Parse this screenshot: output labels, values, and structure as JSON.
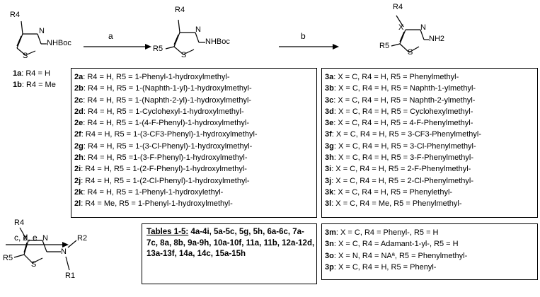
{
  "arrows": {
    "a": "a",
    "b": "b",
    "cde": "c, d, e"
  },
  "structure_labels": {
    "s1_r4": "R4",
    "s1_sub": "NHBoc",
    "s2_r4": "R4",
    "s2_r5": "R5",
    "s2_sub": "NHBoc",
    "s3_r4": "R4",
    "s3_r5": "R5",
    "s3_sub": "NH2",
    "s4_r4": "R4",
    "s4_r5": "R5",
    "s4_r2": "R2",
    "s4_r1": "R1",
    "atom_n": "N",
    "atom_s": "S",
    "atom_x": "X"
  },
  "starting": [
    {
      "id": "1a",
      "text": ": R4 = H"
    },
    {
      "id": "1b",
      "text": ": R4 = Me"
    }
  ],
  "series2": [
    {
      "id": "2a",
      "text": ": R4 = H, R5 = 1-Phenyl-1-hydroxylmethyl-"
    },
    {
      "id": "2b",
      "text": ": R4 = H, R5 = 1-(Naphth-1-yl)-1-hydroxylmethyl-"
    },
    {
      "id": "2c",
      "text": ": R4 = H, R5 = 1-(Naphth-2-yl)-1-hydroxylmethyl-"
    },
    {
      "id": "2d",
      "text": ": R4 = H, R5 = 1-Cyclohexyl-1-hydroxylmethyl-"
    },
    {
      "id": "2e",
      "text": ": R4 = H, R5 = 1-(4-F-Phenyl)-1-hydroxylmethyl-"
    },
    {
      "id": "2f",
      "text": ": R4 = H, R5 = 1-(3-CF3-Phenyl)-1-hydroxylmethyl-"
    },
    {
      "id": "2g",
      "text": ": R4 = H, R5 = 1-(3-Cl-Phenyl)-1-hydroxylmethyl-"
    },
    {
      "id": "2h",
      "text": ": R4 = H, R5 =1-(3-F-Phenyl)-1-hydroxylmethyl-"
    },
    {
      "id": "2i",
      "text": ": R4 = H, R5 = 1-(2-F-Phenyl)-1-hydroxylmethyl-"
    },
    {
      "id": "2j",
      "text": ": R4 = H, R5 = 1-(2-Cl-Phenyl)-1-hydroxylmethyl-"
    },
    {
      "id": "2k",
      "text": ": R4 = H, R5 = 1-Phenyl-1-hydroxylethyl-"
    },
    {
      "id": "2l",
      "text": ": R4 = Me, R5 = 1-Phenyl-1-hydroxylmethyl-"
    }
  ],
  "series3": [
    {
      "id": "3a",
      "text": ": X = C, R4 = H, R5 = Phenylmethyl-"
    },
    {
      "id": "3b",
      "text": ": X = C, R4 = H, R5 = Naphth-1-ylmethyl-"
    },
    {
      "id": "3c",
      "text": ": X = C, R4 = H, R5 = Naphth-2-ylmethyl-"
    },
    {
      "id": "3d",
      "text": ": X = C, R4 = H, R5 = Cyclohexylmethyl-"
    },
    {
      "id": "3e",
      "text": ": X = C, R4 = H, R5 = 4-F-Phenylmethyl-"
    },
    {
      "id": "3f",
      "text": ": X = C, R4 = H, R5 = 3-CF3-Phenylmethyl-"
    },
    {
      "id": "3g",
      "text": ": X = C, R4 = H, R5 = 3-Cl-Phenylmethyl-"
    },
    {
      "id": "3h",
      "text": ": X = C, R4 = H, R5 = 3-F-Phenylmethyl-"
    },
    {
      "id": "3i",
      "text": ": X = C, R4 = H, R5 = 2-F-Phenylmethyl-"
    },
    {
      "id": "3j",
      "text": ": X = C, R4 = H, R5 = 2-Cl-Phenylmethyl-"
    },
    {
      "id": "3k",
      "text": ": X = C, R4 = H, R5 = Phenylethyl-"
    },
    {
      "id": "3l",
      "text": ": X = C, R4 = Me, R5 = Phenylmethyl-"
    }
  ],
  "series3b": [
    {
      "id": "3m",
      "text": ": X = C, R4 = Phenyl-, R5 = H"
    },
    {
      "id": "3n",
      "text": ": X = C, R4 = Adamant-1-yl-, R5 = H"
    },
    {
      "id": "3o",
      "text": ": X = N, R4 = NAª, R5 = Phenylmethyl-"
    },
    {
      "id": "3p",
      "text": ": X = C, R4 = H, R5 = Phenyl-"
    }
  ],
  "tables": {
    "heading": "Tables 1-5:",
    "compounds": "4a-4i, 5a-5c, 5g, 5h, 6a-6c, 7a-7c, 8a, 8b, 9a-9h, 10a-10f, 11a, 11b, 12a-12d, 13a-13f, 14a, 14c, 15a-15h"
  }
}
